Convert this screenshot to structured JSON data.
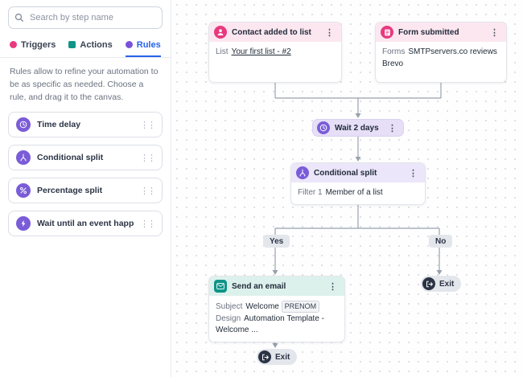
{
  "sidebar": {
    "search_placeholder": "Search by step name",
    "tabs": [
      {
        "label": "Triggers"
      },
      {
        "label": "Actions"
      },
      {
        "label": "Rules"
      }
    ],
    "description": "Rules allow to refine your automation to be as specific as needed. Choose a rule, and drag it to the canvas.",
    "items": [
      {
        "label": "Time delay"
      },
      {
        "label": "Conditional split"
      },
      {
        "label": "Percentage split"
      },
      {
        "label": "Wait until an event happens"
      }
    ]
  },
  "canvas": {
    "contact_node": {
      "title": "Contact added to list",
      "label": "List",
      "value": "Your first list - #2"
    },
    "form_node": {
      "title": "Form submitted",
      "label": "Forms",
      "value": "SMTPservers.co reviews Brevo"
    },
    "wait_node": {
      "title": "Wait 2 days"
    },
    "split_node": {
      "title": "Conditional split",
      "label": "Filter 1",
      "value": "Member of a list"
    },
    "email_node": {
      "title": "Send an email",
      "subject_label": "Subject",
      "subject_value": "Welcome",
      "subject_tag": "PRENOM",
      "design_label": "Design",
      "design_value": "Automation Template - Welcome ..."
    },
    "yes_label": "Yes",
    "no_label": "No",
    "exit_label": "Exit"
  },
  "colors": {
    "trigger_pink": "#e8397f",
    "action_teal": "#0e9488",
    "rule_purple": "#7a5cd8",
    "active_tab_blue": "#2563eb"
  }
}
